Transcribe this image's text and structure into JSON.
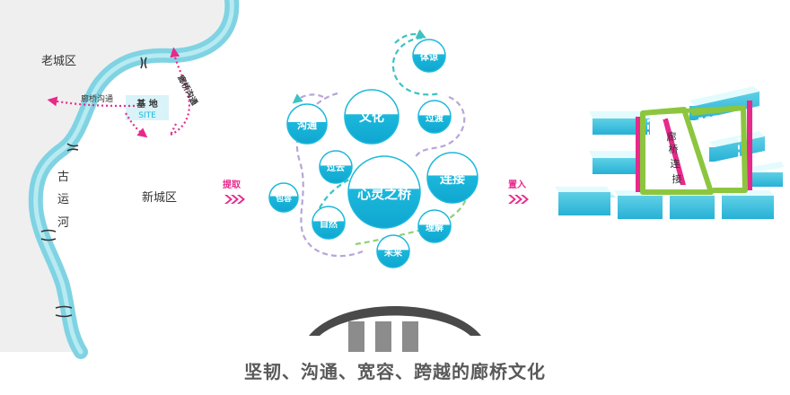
{
  "map": {
    "old_city": "老城区",
    "new_city": "新城区",
    "river_chars": [
      "古",
      "运",
      "河"
    ],
    "corridor_label": "廊桥沟通",
    "bridge_label": "廊桥沟通",
    "site_label_cn": "基 地",
    "site_label_en": "SITE"
  },
  "arrows": {
    "extract": "提取",
    "implant": "置入"
  },
  "concepts": {
    "center": "心灵之桥",
    "items": [
      "文化",
      "沟通",
      "过渡",
      "连接",
      "过去",
      "体谅",
      "包容",
      "自然",
      "理解",
      "未来"
    ]
  },
  "structure": {
    "label_chars": [
      "廊",
      "桥",
      "连",
      "接"
    ]
  },
  "caption": "坚韧、沟通、宽容、跨越的廊桥文化",
  "colors": {
    "river": "#7fd3e3",
    "cyan": "#1cb8dc",
    "pink": "#e8298c",
    "green": "#8cc63f"
  }
}
